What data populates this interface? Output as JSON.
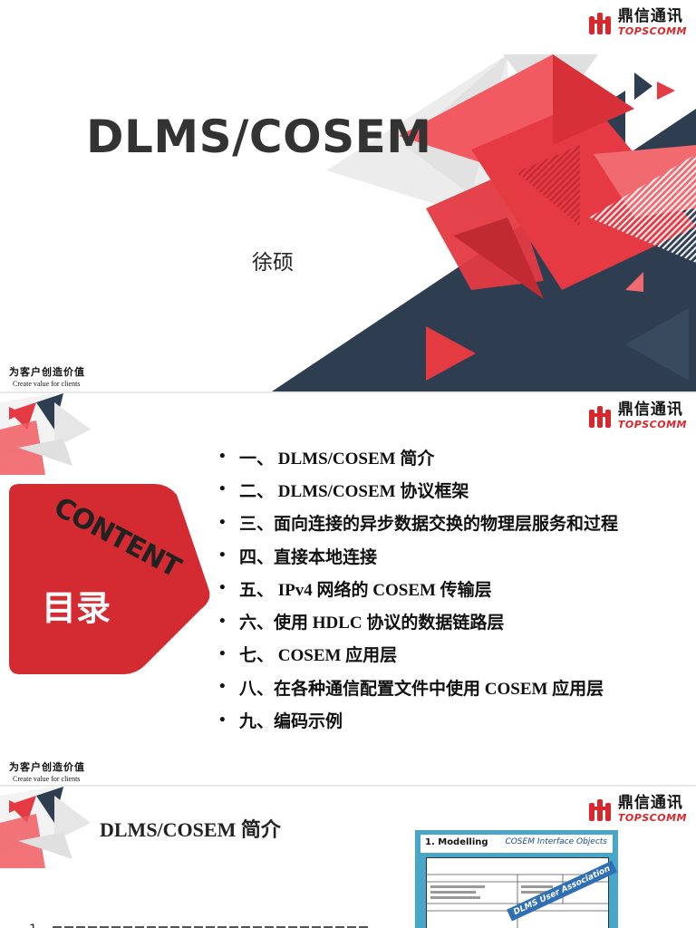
{
  "brand": {
    "name_cn": "鼎信通讯",
    "name_en": "TOPSCOMM",
    "slogan_cn": "为客户创造价值",
    "slogan_en": "Create value for clients"
  },
  "colors": {
    "accent_red": "#e03a43",
    "dark_navy": "#2e3d50",
    "light_gray": "#e6e6e6"
  },
  "slide1": {
    "title": "DLMS/COSEM",
    "author": "徐硕"
  },
  "slide2": {
    "content_word": "CONTENT",
    "heading": "目录",
    "bullet_char": "•",
    "items": [
      "一、 DLMS/COSEM 简介",
      "二、 DLMS/COSEM 协议框架",
      "三、面向连接的异步数据交换的物理层服务和过程",
      "四、直接本地连接",
      "五、 IPv4 网络的 COSEM 传输层",
      "六、使用 HDLC 协议的数据链路层",
      "七、 COSEM 应用层",
      "八、在各种通信配置文件中使用 COSEM 应用层",
      "九、编码示例"
    ]
  },
  "slide3": {
    "title": "DLMS/COSEM 简介",
    "figure": {
      "modelling_label": "1. Modelling",
      "interface_label": "COSEM Interface Objects",
      "stamp_label": "DLMS User Association"
    },
    "first_bullet_number": "1"
  }
}
